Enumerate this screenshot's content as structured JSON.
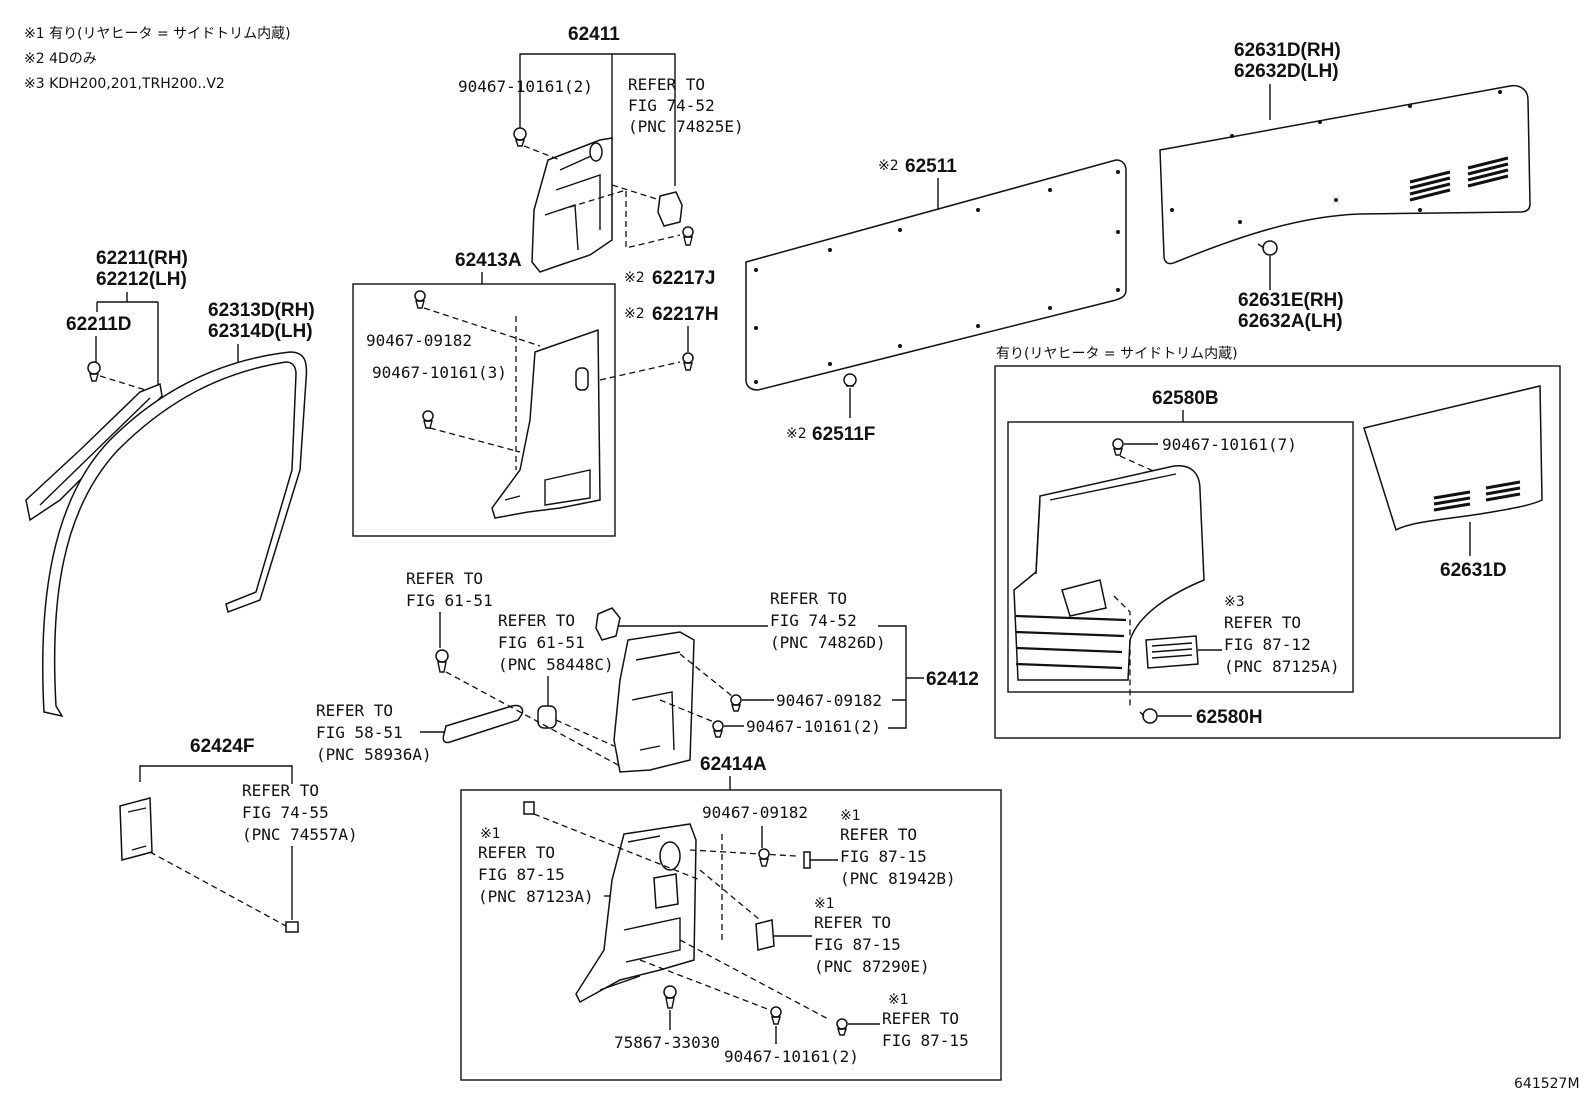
{
  "notes": {
    "n1": "※1 有り(リヤヒータ = サイドトリム内蔵)",
    "n2": "※2 4Dのみ",
    "n3": "※3 KDH200,201,TRH200..V2"
  },
  "mark1": "※1",
  "mark2": "※2",
  "mark3": "※3",
  "inset_title": "有り(リヤヒータ = サイドトリム内蔵)",
  "diagram_id": "641527M",
  "parts": {
    "p62411": "62411",
    "p62413A": "62413A",
    "p62211rh": "62211(RH)",
    "p62212lh": "62212(LH)",
    "p62211D": "62211D",
    "p62313Drh": "62313D(RH)",
    "p62314Dlh": "62314D(LH)",
    "p62217J": "62217J",
    "p62217H": "62217H",
    "p62511": "62511",
    "p62511F": "62511F",
    "p62631Drh": "62631D(RH)",
    "p62632Dlh": "62632D(LH)",
    "p62631Erh": "62631E(RH)",
    "p62632Alh": "62632A(LH)",
    "p62580B": "62580B",
    "p62631D": "62631D",
    "p62580H": "62580H",
    "p62412": "62412",
    "p62424F": "62424F",
    "p62414A": "62414A"
  },
  "fasteners": {
    "f_90467_10161_2_top": "90467-10161(2)",
    "f_90467_09182_a": "90467-09182",
    "f_90467_10161_3": "90467-10161(3)",
    "f_90467_10161_7": "90467-10161(7)",
    "f_90467_09182_b": "90467-09182",
    "f_90467_10161_2_mid": "90467-10161(2)",
    "f_90467_09182_c": "90467-09182",
    "f_75867_33030": "75867-33030",
    "f_90467_10161_2_bot": "90467-10161(2)"
  },
  "refs": {
    "r_top": [
      "REFER TO",
      "FIG 74-52",
      "(PNC 74825E)"
    ],
    "r_61_51a": [
      "REFER TO",
      "FIG 61-51"
    ],
    "r_61_51b": [
      "REFER TO",
      "FIG 61-51",
      "(PNC 58448C)"
    ],
    "r_74_52b": [
      "REFER TO",
      "FIG 74-52",
      "(PNC 74826D)"
    ],
    "r_58_51": [
      "REFER TO",
      "FIG 58-51",
      "(PNC 58936A)"
    ],
    "r_74_55": [
      "REFER TO",
      "FIG 74-55",
      "(PNC 74557A)"
    ],
    "r_87_12": [
      "REFER TO",
      "FIG 87-12",
      "(PNC 87125A)"
    ],
    "r_87_15a": [
      "REFER TO",
      "FIG 87-15",
      "(PNC 87123A)"
    ],
    "r_87_15b": [
      "REFER TO",
      "FIG 87-15",
      "(PNC 81942B)"
    ],
    "r_87_15c": [
      "REFER TO",
      "FIG 87-15",
      "(PNC 87290E)"
    ],
    "r_87_15d": [
      "REFER TO",
      "FIG 87-15"
    ]
  }
}
